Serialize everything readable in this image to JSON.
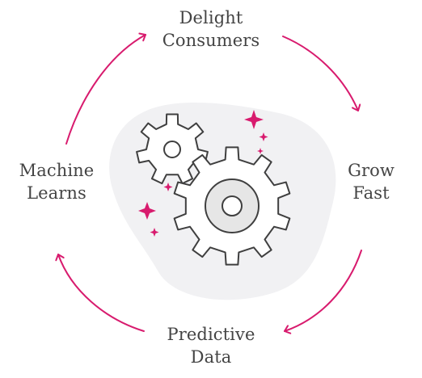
{
  "diagram": {
    "accent_color": "#d81b6e",
    "outline_color": "#3f3f3f",
    "blob_color": "#f1f1f3",
    "gear_fill": "#ffffff",
    "hub_fill": "#e6e6e6",
    "cycle": [
      {
        "id": "top",
        "line1": "Delight",
        "line2": "Consumers"
      },
      {
        "id": "right",
        "line1": "Grow",
        "line2": "Fast"
      },
      {
        "id": "bottom",
        "line1": "Predictive",
        "line2": "Data"
      },
      {
        "id": "left",
        "line1": "Machine",
        "line2": "Learns"
      }
    ],
    "center_icon": "gears-icon",
    "arrow_direction": "clockwise",
    "decorations": [
      "sparkle-icon"
    ]
  }
}
